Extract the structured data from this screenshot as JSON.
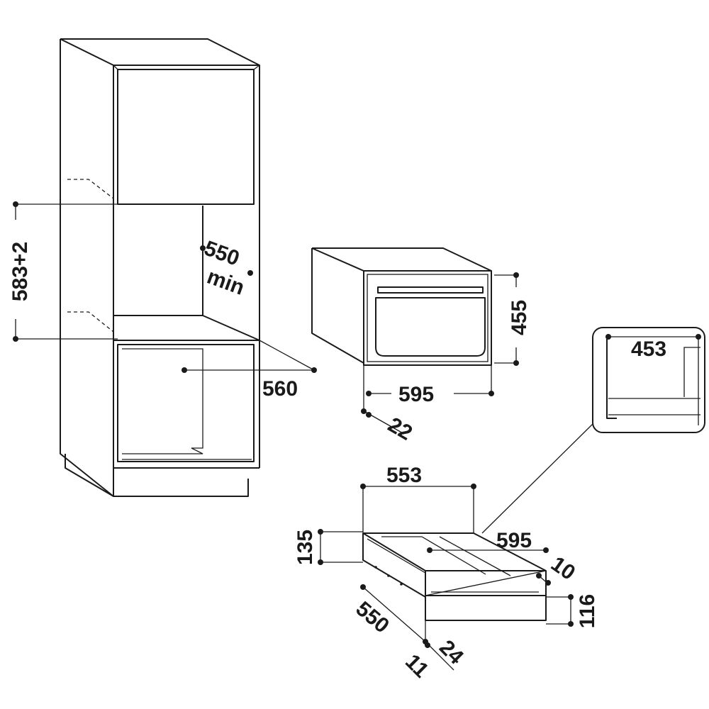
{
  "diagram": {
    "cabinet": {
      "dim_height": "583+2",
      "dim_depth_value": "550",
      "dim_depth_qualifier": "min",
      "dim_width": "560"
    },
    "oven": {
      "dim_height": "455",
      "dim_width": "595",
      "dim_offset": "22"
    },
    "detail": {
      "dim_inner_height": "453"
    },
    "drawer": {
      "dim_top_width": "553",
      "dim_front_width": "595",
      "dim_side_gap": "10",
      "dim_height_total": "135",
      "dim_front_height": "116",
      "dim_depth": "550",
      "dim_bottom_left": "11",
      "dim_bottom_right": "24"
    }
  }
}
